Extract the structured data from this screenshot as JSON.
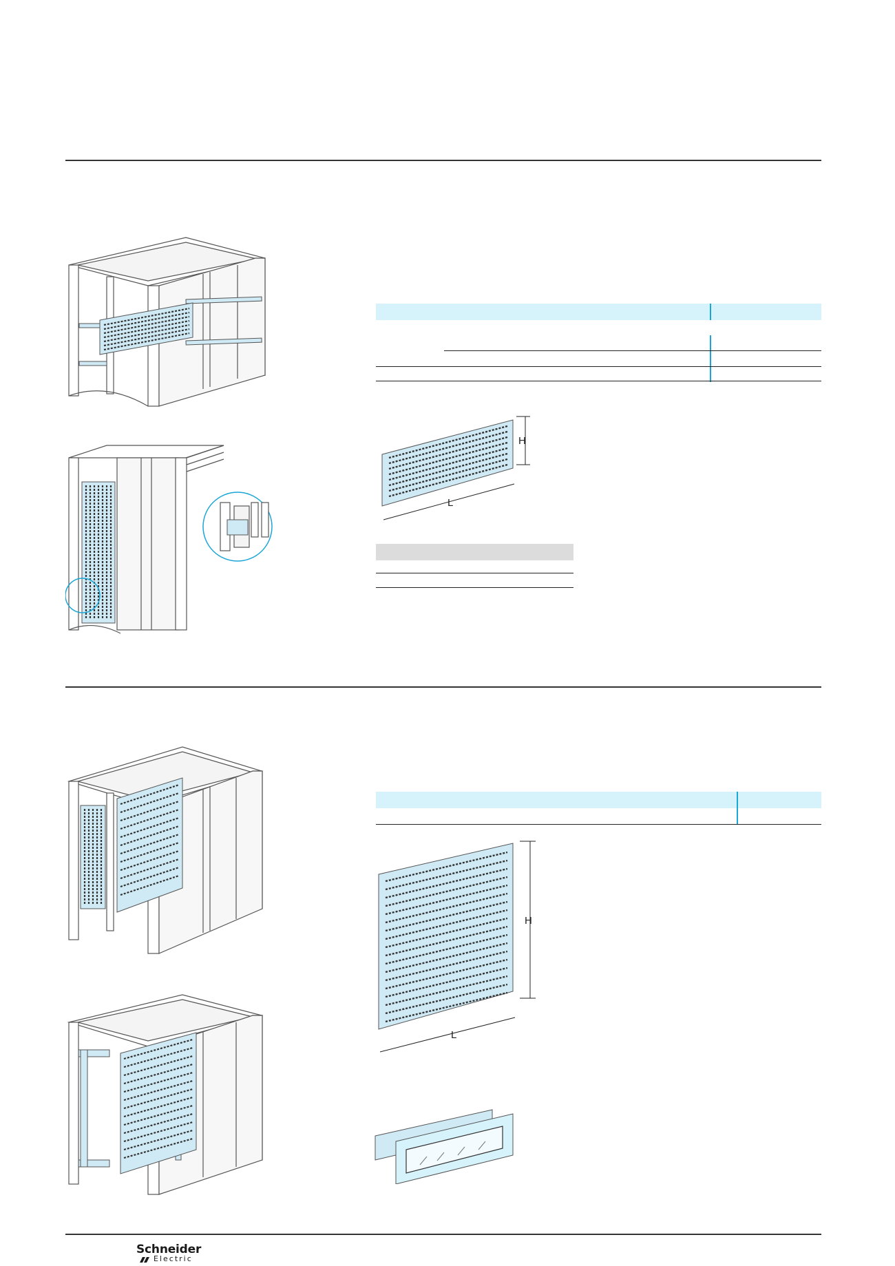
{
  "section1": {
    "diagram": {
      "dimensions": {
        "height_label": "H",
        "length_label": "L"
      }
    }
  },
  "section2": {
    "diagram": {
      "dimensions": {
        "height_label": "H",
        "length_label": "L"
      }
    }
  },
  "footer": {
    "brand_line1": "Schneider",
    "brand_line2": "Electric"
  },
  "colors": {
    "table_band": "#d6f2fb",
    "table_band_grey": "#dcdcdc",
    "accent_line": "#1aa6d6",
    "rule": "#333333",
    "panel_blue": "#cfeaf5"
  }
}
